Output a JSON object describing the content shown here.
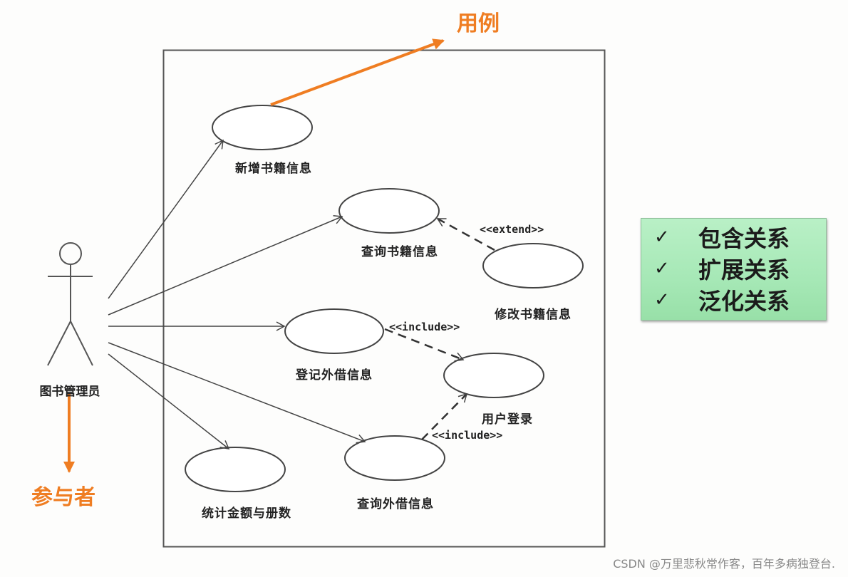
{
  "annotations": {
    "use_case_label": "用例",
    "actor_label": "参与者"
  },
  "actor": {
    "name": "图书管理员"
  },
  "use_cases": [
    {
      "id": "add_book",
      "label": "新增书籍信息"
    },
    {
      "id": "query_book",
      "label": "查询书籍信息"
    },
    {
      "id": "modify_book",
      "label": "修改书籍信息"
    },
    {
      "id": "register_loan",
      "label": "登记外借信息"
    },
    {
      "id": "user_login",
      "label": "用户登录"
    },
    {
      "id": "stats",
      "label": "统计金额与册数"
    },
    {
      "id": "query_loan",
      "label": "查询外借信息"
    }
  ],
  "relationships": [
    {
      "from": "modify_book",
      "to": "query_book",
      "stereotype": "<<extend>>"
    },
    {
      "from": "register_loan",
      "to": "user_login",
      "stereotype": "<<include>>"
    },
    {
      "from": "query_loan",
      "to": "user_login",
      "stereotype": "<<include>>"
    }
  ],
  "legend": {
    "items": [
      {
        "check": "✓",
        "label": "包含关系"
      },
      {
        "check": "✓",
        "label": "扩展关系"
      },
      {
        "check": "✓",
        "label": "泛化关系"
      }
    ],
    "accent_color": "#a6e8b6"
  },
  "colors": {
    "annotation": "#ef7d22",
    "line": "#444444"
  },
  "watermark": "CSDN @万里悲秋常作客，百年多病独登台."
}
